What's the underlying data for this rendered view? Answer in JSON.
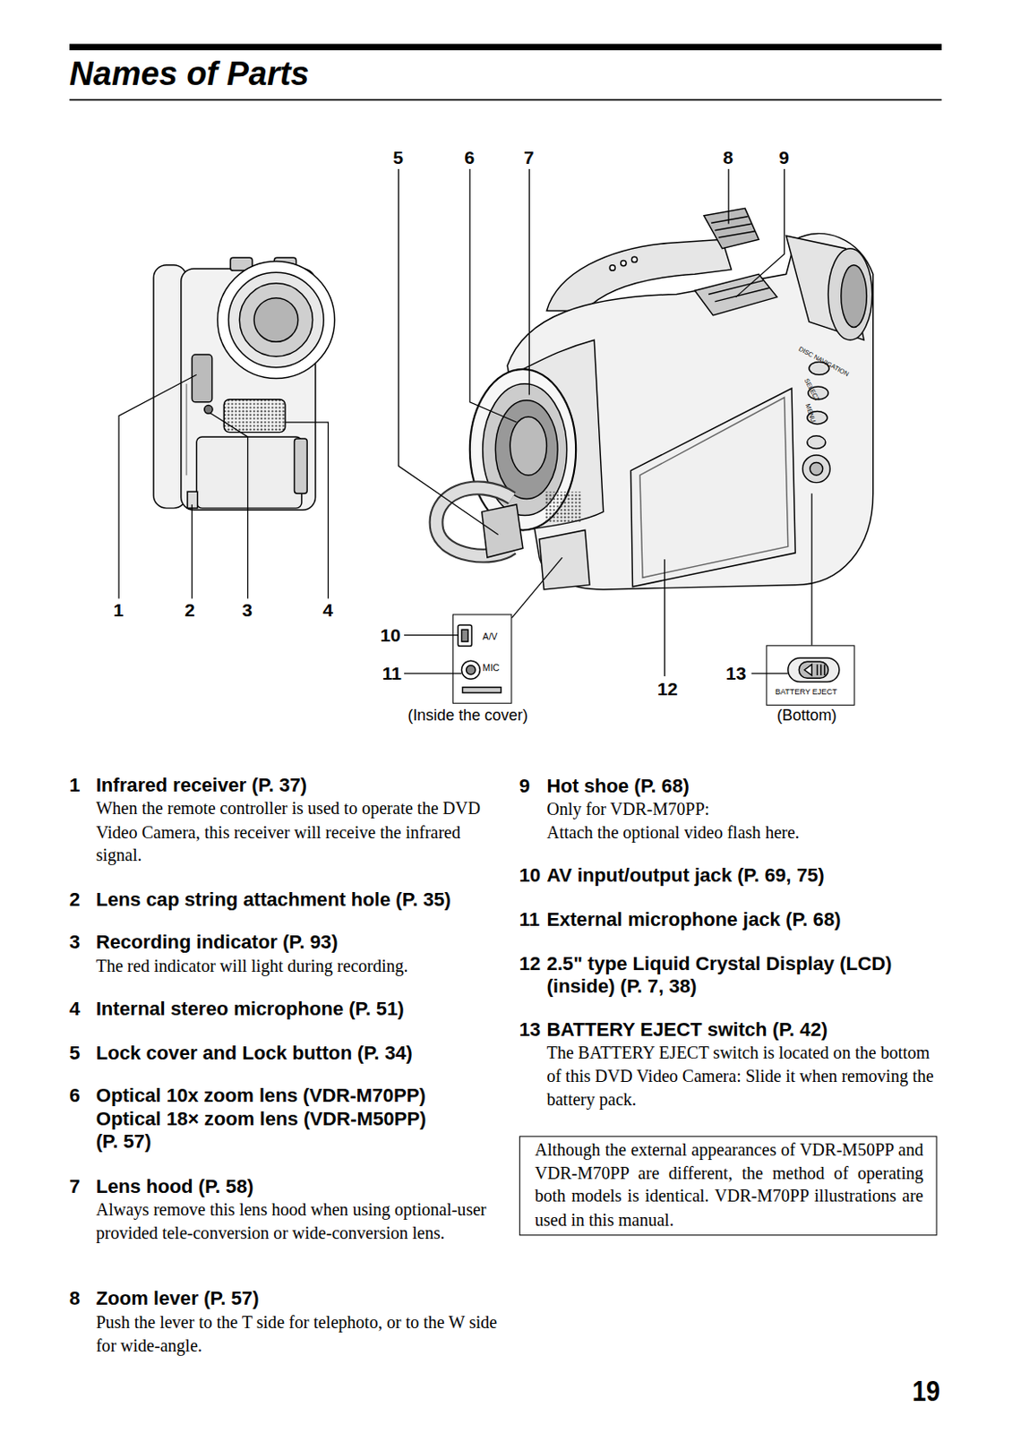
{
  "diagram": {
    "title": "Names of Parts",
    "nodes": [
      {
        "text": [
          "A/V",
          "MIC"
        ]
      },
      {
        "text": [
          "BATTERY EJECT"
        ]
      },
      {
        "text": [
          "Although the external appearances of VDR-M50PP and VDR-M70PP are different, the method of operating both models is identical. VDR-M70PP illustrations are used in this manual."
        ]
      }
    ],
    "labels": [
      "5",
      "6",
      "7",
      "8",
      "9",
      "1",
      "2",
      "3",
      "4",
      "10",
      "11",
      "12",
      "13",
      "(Inside the cover)",
      "(Bottom)",
      "DISC NAVIGATION",
      "SELECT",
      "MENU",
      "1",
      "Infrared receiver (P. 37)",
      "When the remote controller is used to operate the DVD Video Camera, this receiver will receive the infrared signal.",
      "2",
      "Lens cap string attachment hole (P. 35)",
      "3",
      "Recording indicator (P. 93)",
      "The red indicator will light during recording.",
      "4",
      "Internal stereo microphone (P. 51)",
      "5",
      "Lock cover and Lock button (P. 34)",
      "6",
      "Optical 10x zoom lens (VDR-M70PP) Optical 18× zoom lens (VDR-M50PP) (P. 57)",
      "7",
      "Lens hood (P. 58)",
      "Always remove this lens hood when using optional-user provided tele-conversion or wide-conversion lens.",
      "8",
      "Zoom lever (P. 57)",
      "Push the lever to the T side for telephoto, or to the W side for wide-angle.",
      "9",
      "Hot shoe (P. 68)",
      "Only for VDR-M70PP:",
      "Attach the optional video flash here.",
      "10",
      "AV input/output jack (P. 69, 75)",
      "11",
      "External microphone jack (P. 68)",
      "12",
      "2.5\" type Liquid Crystal Display (LCD) (inside) (P. 7, 38)",
      "13",
      "BATTERY EJECT switch (P. 42)",
      "The BATTERY EJECT switch is located on the bottom of this DVD Video Camera: Slide it when removing the battery pack.",
      "19"
    ]
  }
}
